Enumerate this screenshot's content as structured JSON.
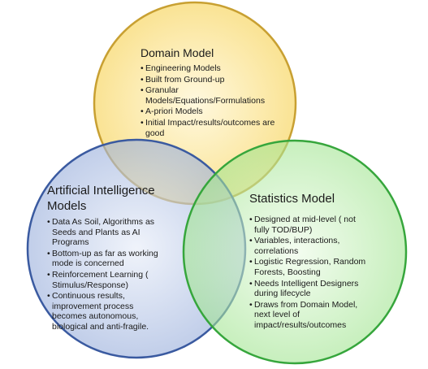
{
  "colors": {
    "domain_fill": "#f8d86a",
    "domain_stroke": "#c8a032",
    "ai_fill": "#9bb0dc",
    "ai_stroke": "#3a5aa0",
    "stats_fill": "#9fe48e",
    "stats_stroke": "#36a63c"
  },
  "domain": {
    "title": "Domain Model",
    "items": [
      "Engineering Models",
      "Built from Ground-up",
      "Granular Models/Equations/Formulations",
      "A-priori Models",
      "Initial Impact/results/outcomes are good"
    ]
  },
  "ai": {
    "title_line1": "Artificial Intelligence",
    "title_line2": "Models",
    "items": [
      "Data As Soil, Algorithms as Seeds and Plants as AI Programs",
      "Bottom-up as far as working mode is concerned",
      "Reinforcement Learning ( Stimulus/Response)",
      "Continuous results, improvement process becomes autonomous, biological and anti-fragile."
    ]
  },
  "stats": {
    "title": "Statistics Model",
    "items": [
      "Designed at mid-level ( not fully TOD/BUP)",
      "Variables, interactions, correlations",
      "Logistic Regression, Random Forests, Boosting",
      "Needs Intelligent Designers during lifecycle",
      "Draws from Domain Model, next level of impact/results/outcomes"
    ]
  }
}
